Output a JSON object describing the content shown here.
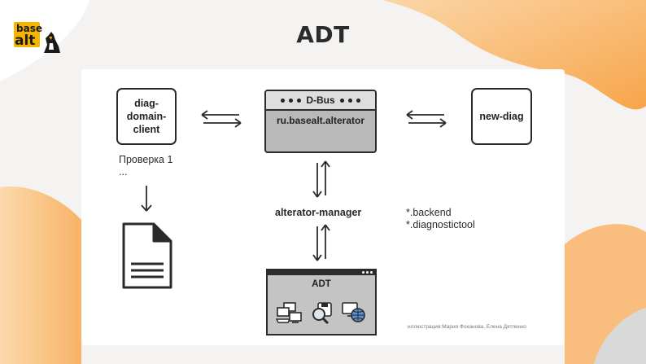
{
  "header": {
    "title": "ADT"
  },
  "logo": {
    "line1": "base",
    "line2": "alt"
  },
  "diagram": {
    "client_box": {
      "label": "diag-\ndomain-\nclient"
    },
    "check_label": {
      "line1": "Проверка 1",
      "line2": "..."
    },
    "dbus": {
      "header": "D-Bus",
      "service": "ru.basealt.alterator"
    },
    "newdiag_box": {
      "label": "new-diag"
    },
    "manager_label": "alterator-manager",
    "backends": {
      "line1": "*.backend",
      "line2": "*.diagnostictool"
    },
    "adt_window": {
      "label": "ADT"
    },
    "credit": "иллюстрация:Мария Фоканова, Елена Дятленко"
  },
  "colors": {
    "accent_orange": "#f7a54a",
    "logo_yellow": "#f5b400",
    "stroke": "#2b2b2b",
    "dbus_fill": "#b9b9b9",
    "window_fill": "#c4c4c4"
  },
  "icons": [
    "document-icon",
    "computers-icon",
    "magnifier-disk-icon",
    "monitor-globe-icon",
    "arrow-icon"
  ]
}
